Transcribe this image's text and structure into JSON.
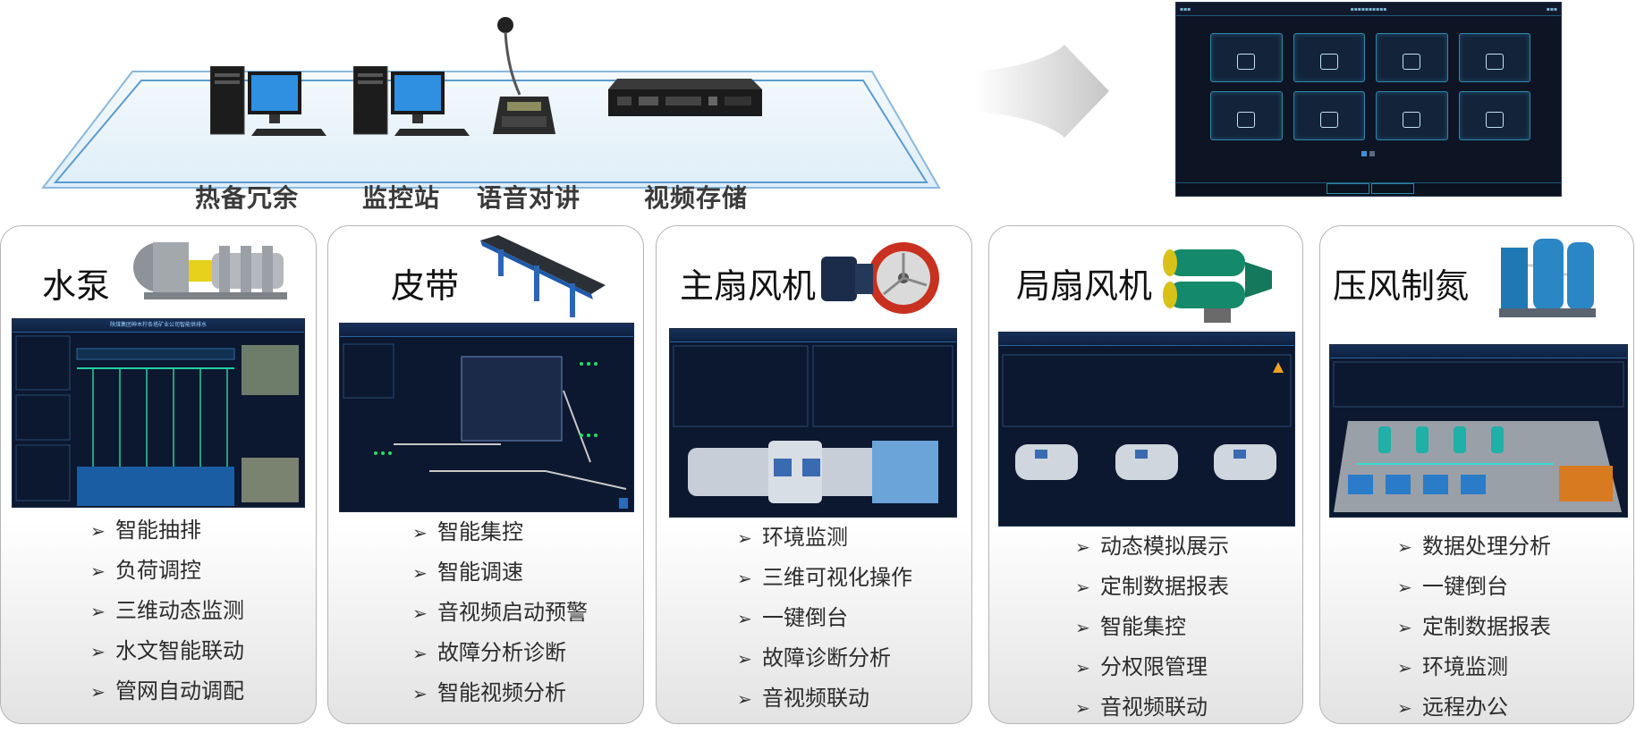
{
  "top": {
    "devices": [
      {
        "label": "热备冗余",
        "icon": "workstation-icon"
      },
      {
        "label": "监控站",
        "icon": "workstation-icon"
      },
      {
        "label": "语音对讲",
        "icon": "intercom-microphone-icon"
      },
      {
        "label": "视频存储",
        "icon": "video-recorder-icon"
      }
    ]
  },
  "cards": [
    {
      "title": "水泵",
      "screen_title": "陕煤集团神木柠条塔矿业公司智能供排水",
      "features": [
        "智能抽排",
        "负荷调控",
        "三维动态监测",
        "水文智能联动",
        "管网自动调配"
      ]
    },
    {
      "title": "皮带",
      "features": [
        "智能集控",
        "智能调速",
        "音视频启动预警",
        "故障分析诊断",
        "智能视频分析"
      ]
    },
    {
      "title": "主扇风机",
      "features": [
        "环境监测",
        "三维可视化操作",
        "一键倒台",
        "故障诊断分析",
        "音视频联动"
      ]
    },
    {
      "title": "局扇风机",
      "features": [
        "动态模拟展示",
        "定制数据报表",
        "智能集控",
        "分权限管理",
        "音视频联动"
      ]
    },
    {
      "title": "压风制氮",
      "features": [
        "数据处理分析",
        "一键倒台",
        "定制数据报表",
        "环境监测",
        "远程办公"
      ]
    }
  ],
  "colors": {
    "screen_bg": "#0c1830",
    "accent": "#2f86a8",
    "card_border": "#b5b5b5"
  }
}
